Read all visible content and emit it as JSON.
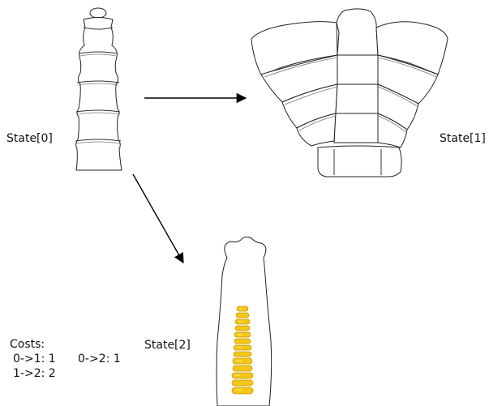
{
  "labels": {
    "state0": "State[0]",
    "state1": "State[1]",
    "state2": "State[2]"
  },
  "costs": {
    "title": "Costs:",
    "c01": "0->1: 1",
    "c02": "0->2: 1",
    "c12": "1->2: 2"
  },
  "colors": {
    "outline": "#222222",
    "arrow": "#000000",
    "highlight": "#f5c518"
  }
}
